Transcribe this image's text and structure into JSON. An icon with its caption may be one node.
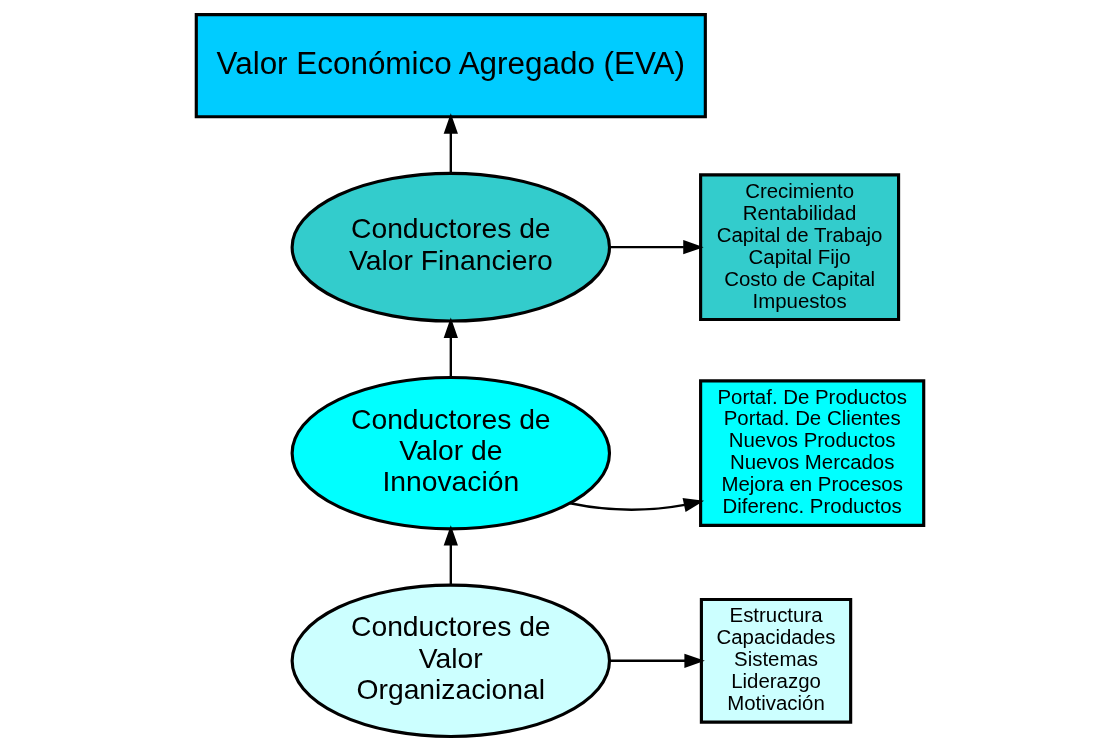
{
  "diagram": {
    "nodes": [
      {
        "text": [
          "Valor Económico Agregado (EVA)"
        ]
      },
      {
        "text": [
          "Conductores de Valor Financiero"
        ]
      },
      {
        "text": [
          "Crecimiento",
          "Rentabilidad",
          "Capital de Trabajo",
          "Capital Fijo",
          "Costo de Capital",
          "Impuestos"
        ]
      },
      {
        "text": [
          "Conductores de Valor de Innovación"
        ]
      },
      {
        "text": [
          "Portaf. De Productos",
          "Portad. De Clientes",
          "Nuevos Productos",
          "Nuevos Mercados",
          "Mejora en Procesos",
          "Diferenc. Productos"
        ]
      },
      {
        "text": [
          "Conductores de Valor Organizacional"
        ]
      },
      {
        "text": [
          "Estructura",
          "Capacidades",
          "Sistemas",
          "Liderazgo",
          "Motivación"
        ]
      }
    ],
    "edges": [
      {
        "from": 1,
        "to": 0,
        "arrow": "to"
      },
      {
        "from": 1,
        "to": 2,
        "arrow": "to"
      },
      {
        "from": 3,
        "to": 1,
        "arrow": "to"
      },
      {
        "from": 3,
        "to": 4,
        "arrow": "to"
      },
      {
        "from": 5,
        "to": 3,
        "arrow": "to"
      },
      {
        "from": 5,
        "to": 6,
        "arrow": "to"
      }
    ]
  }
}
